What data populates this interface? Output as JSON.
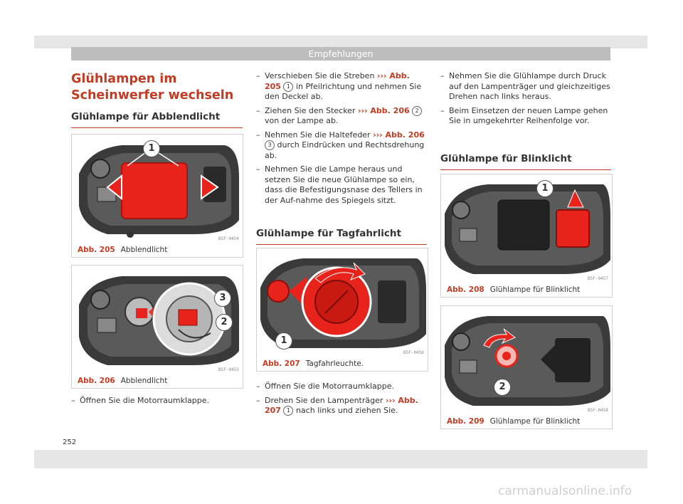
{
  "header": {
    "title": "Empfehlungen"
  },
  "section": {
    "title": "Glühlampen im Scheinwerfer wechseln",
    "low_beam_heading": "Glühlampe für Abblendlicht",
    "drl_heading": "Glühlampe für Tagfahrlicht",
    "blinker_heading": "Glühlampe für Blinklicht"
  },
  "figures": {
    "f205": {
      "num": "Abb. 205",
      "label": "Abblendlicht",
      "code": "B5F-0454",
      "callouts": [
        "1"
      ]
    },
    "f206": {
      "num": "Abb. 206",
      "label": "Abblendlicht",
      "code": "B5F-0455",
      "callouts": [
        "3",
        "2"
      ]
    },
    "f207": {
      "num": "Abb. 207",
      "label": "Tagfahrleuchte.",
      "code": "B5F-0456",
      "callouts": [
        "1"
      ]
    },
    "f208": {
      "num": "Abb. 208",
      "label": "Glühlampe für Blinklicht",
      "code": "B5F-0457",
      "callouts": [
        "1"
      ]
    },
    "f209": {
      "num": "Abb. 209",
      "label": "Glühlampe für Blinklicht",
      "code": "B5F-0458",
      "callouts": [
        "2"
      ]
    }
  },
  "dash": "–",
  "col1": {
    "step1": "Öffnen Sie die Motorraumklappe."
  },
  "col2": {
    "s1": {
      "pre": "Verschieben Sie die Streben ",
      "ref": "››› Abb. 205",
      "num": "1",
      "post": " in Pfeilrichtung und nehmen Sie den Deckel ab."
    },
    "s2": {
      "pre": "Ziehen Sie den Stecker ",
      "ref": "››› Abb. 206",
      "num": "2",
      "post": " von der Lampe ab."
    },
    "s3": {
      "pre": "Nehmen Sie die Haltefeder ",
      "ref": "››› Abb. 206",
      "num": "3",
      "post": " durch Eindrücken und Rechtsdrehung ab."
    },
    "s4": "Nehmen Sie die Lampe heraus und setzen Sie die neue Glühlampe so ein, dass die Befestigungsnase des Tellers in der Auf-nahme des Spiegels sitzt.",
    "s5": "Öffnen Sie die Motorraumklappe.",
    "s6": {
      "pre": "Drehen Sie den Lampenträger ",
      "ref": "››› Abb. 207",
      "num": "1",
      "post": " nach links und ziehen Sie."
    }
  },
  "col3": {
    "s1": "Nehmen Sie die Glühlampe durch Druck auf den Lampenträger und gleichzeitiges Drehen nach links heraus.",
    "s2": "Beim Einsetzen der neuen Lampe gehen Sie in umgekehrter Reihenfolge vor."
  },
  "page_number": "252",
  "watermark": "carmanualsonline.info",
  "colors": {
    "accent": "#c43b23",
    "highlight": "#e8231b",
    "banner": "#bdbdbd"
  }
}
